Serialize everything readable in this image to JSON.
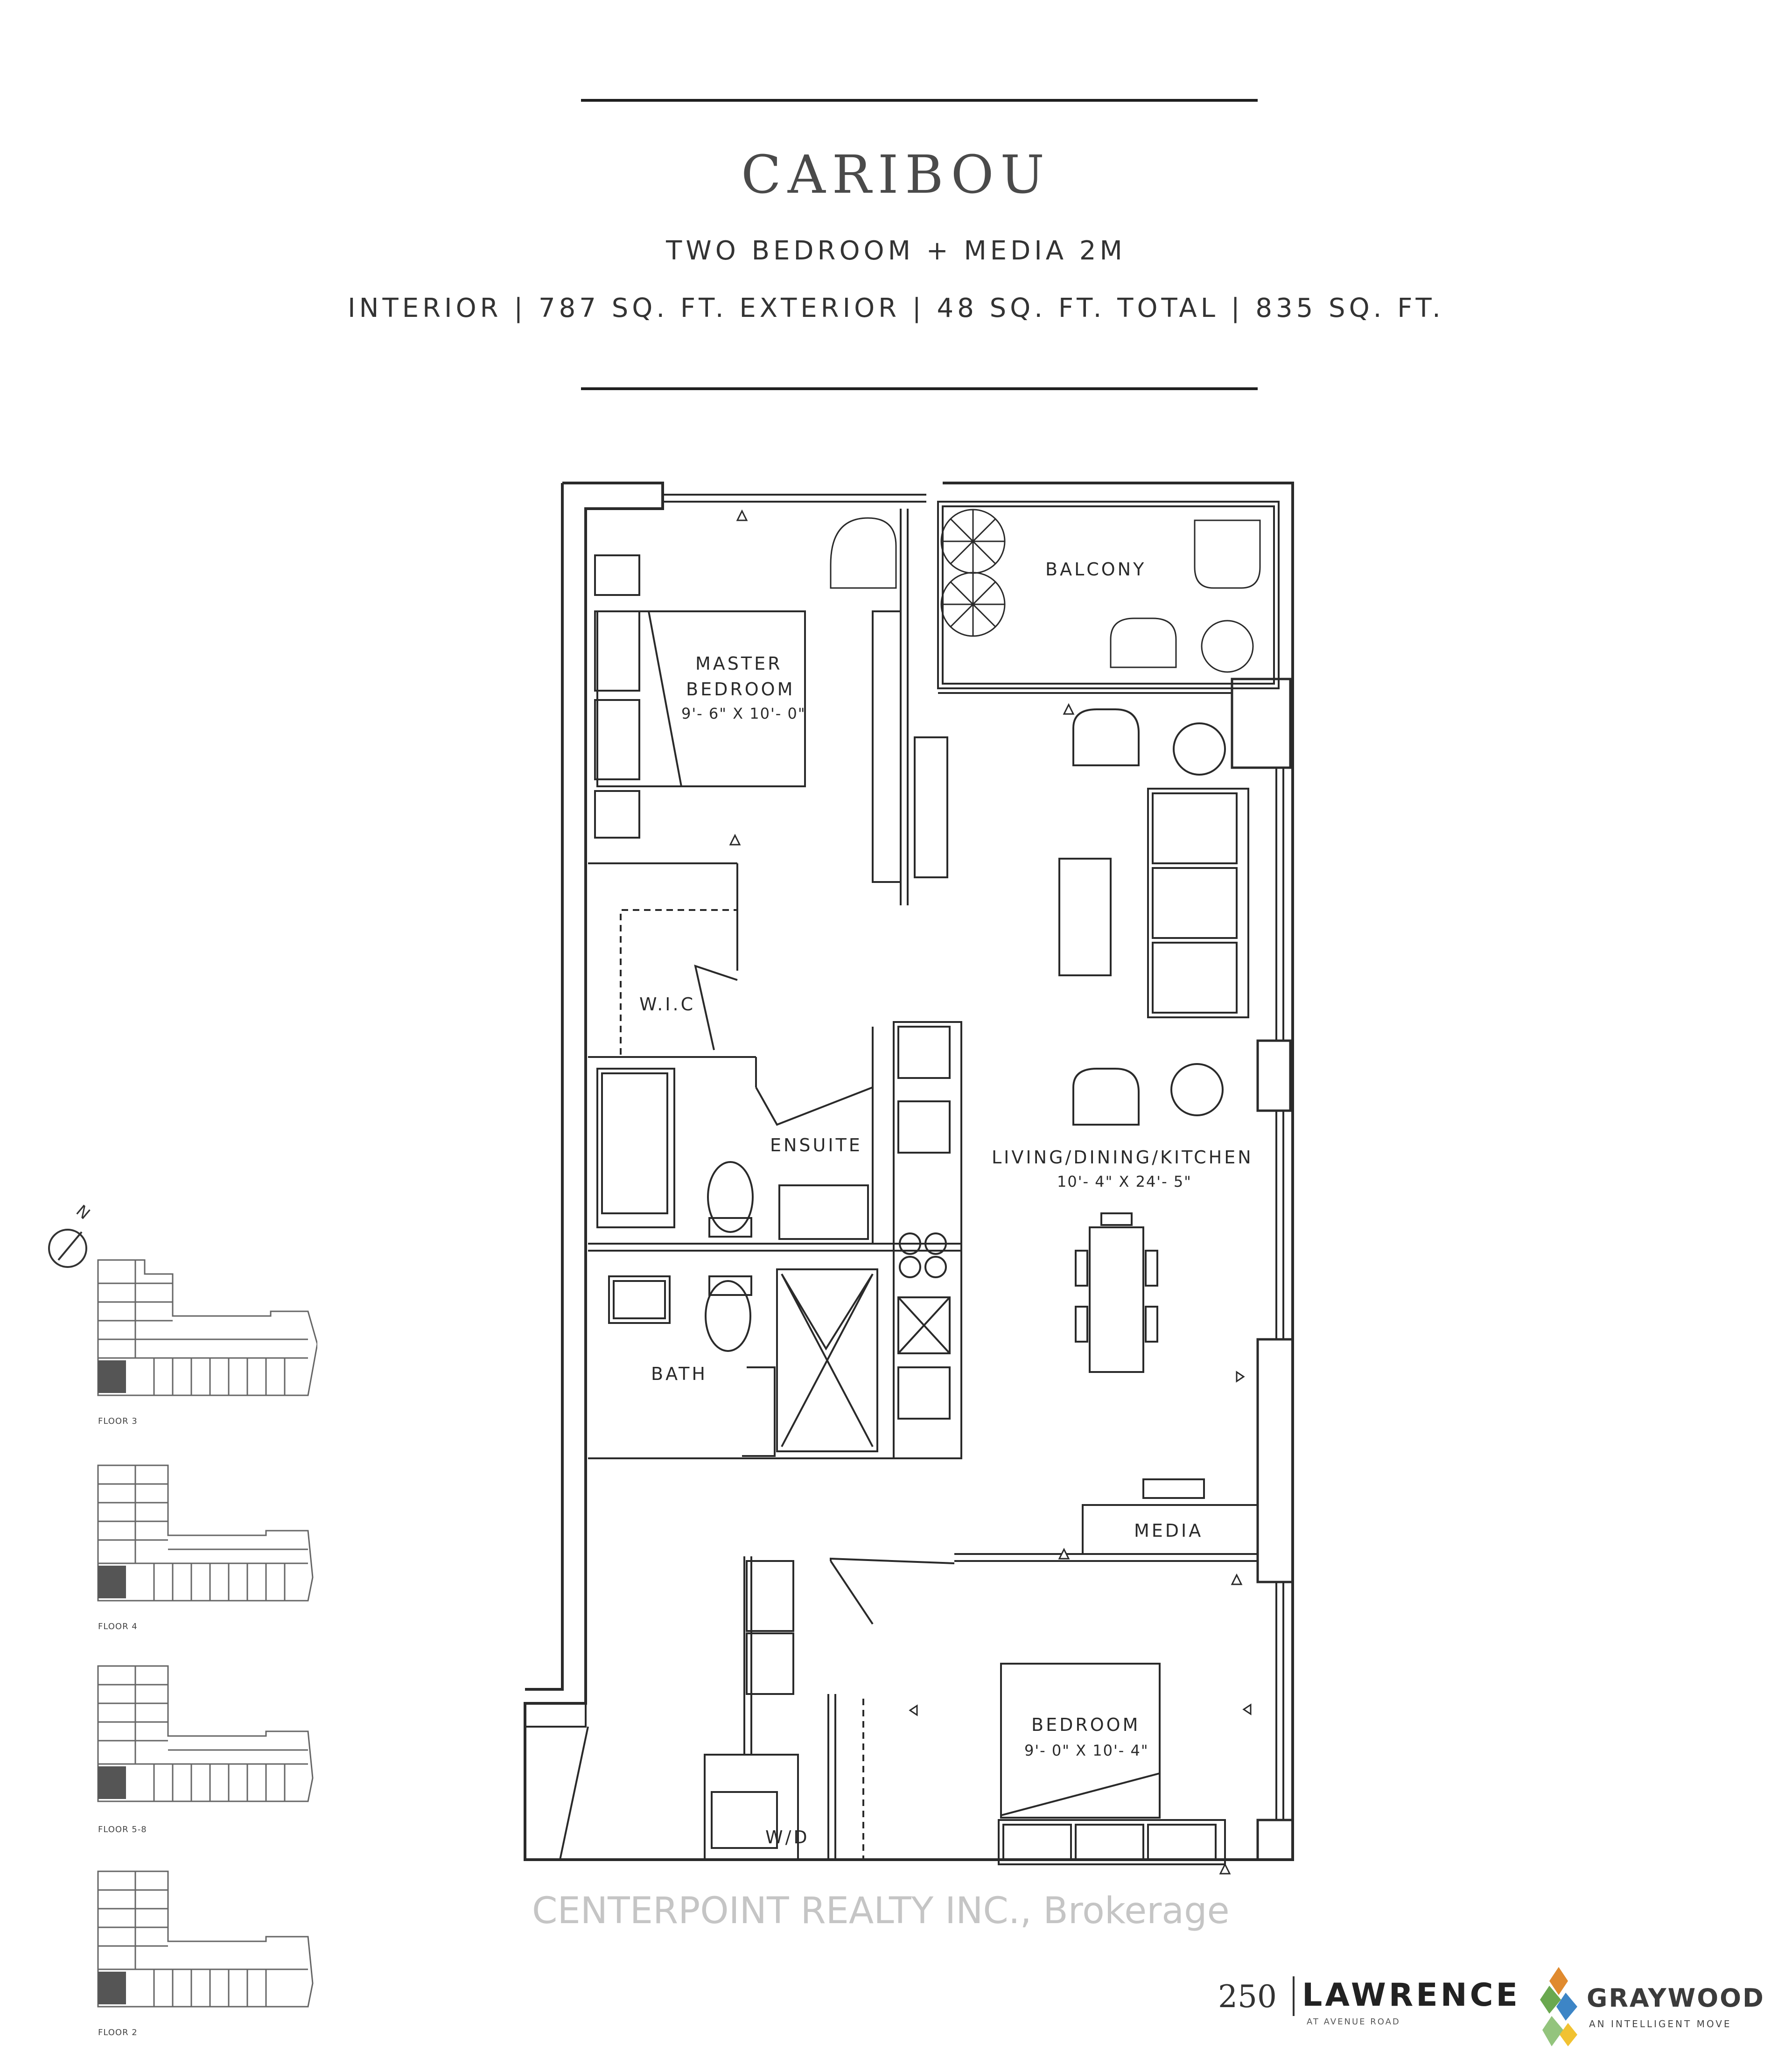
{
  "header": {
    "unit_name": "CARIBOU",
    "unit_type": "TWO BEDROOM + MEDIA 2M",
    "area_line": "INTERIOR | 787 SQ. FT.   EXTERIOR | 48 SQ. FT.   TOTAL | 835 SQ. FT."
  },
  "rooms": {
    "balcony": "BALCONY",
    "master_bedroom_line1": "MASTER",
    "master_bedroom_line2": "BEDROOM",
    "master_bedroom_dims": "9'- 6\" X 10'- 0\"",
    "wic": "W.I.C",
    "ensuite": "ENSUITE",
    "living": "LIVING/DINING/KITCHEN",
    "living_dims": "10'- 4\" X 24'- 5\"",
    "bath": "BATH",
    "media": "MEDIA",
    "bedroom": "BEDROOM",
    "bedroom_dims": "9'- 0\" X 10'- 4\"",
    "wd": "W/D"
  },
  "key_plans": [
    {
      "label": "FLOOR 3",
      "highlight": "18"
    },
    {
      "label": "FLOOR 4",
      "highlight": "19"
    },
    {
      "label": "FLOOR 5-8",
      "highlight": "19"
    },
    {
      "label": "FLOOR 2",
      "highlight": "11"
    }
  ],
  "compass_letter": "N",
  "watermark": "CENTERPOINT REALTY INC., Brokerage",
  "brand": {
    "number": "250",
    "project": "LAWRENCE",
    "project_sub": "AT AVENUE ROAD",
    "developer": "GRAYWOOD",
    "developer_tagline": "AN INTELLIGENT MOVE"
  },
  "colors": {
    "ink": "#1f1f1f",
    "wall": "#ffffff",
    "logo_green": "#6aa84f",
    "logo_orange": "#e08a2e"
  }
}
